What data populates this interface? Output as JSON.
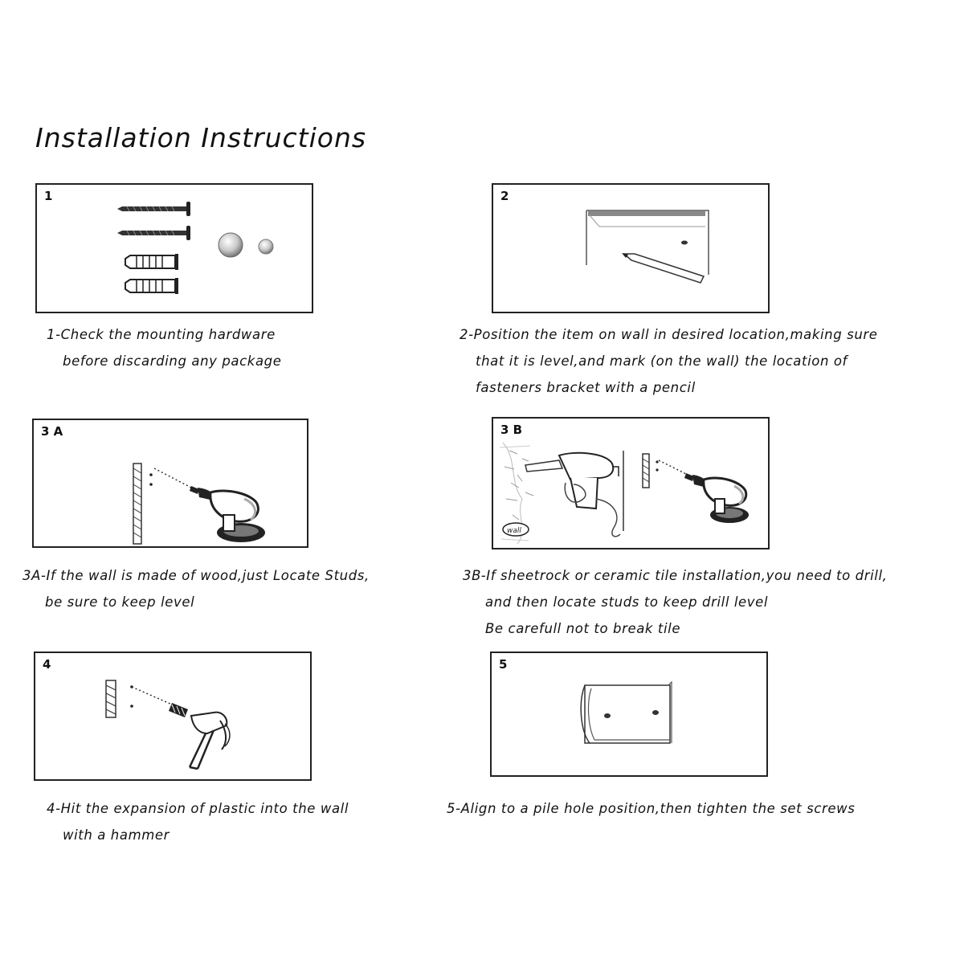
{
  "title": "Installation Instructions",
  "steps": [
    {
      "label": "1",
      "caption_lines": [
        "1-Check the mounting hardware",
        "before discarding any package"
      ]
    },
    {
      "label": "2",
      "caption_lines": [
        "2-Position the item on wall in desired location,making sure",
        "that it is level,and mark (on the wall) the location of",
        "fasteners bracket with a pencil"
      ]
    },
    {
      "label": "3 A",
      "caption_lines": [
        "3A-If the wall is made of wood,just Locate Studs,",
        "be sure to keep level"
      ]
    },
    {
      "label": "3 B",
      "caption_lines": [
        "3B-If sheetrock or ceramic tile installation,you need to drill,",
        "and then locate studs to keep drill level",
        "Be carefull not to break tile"
      ],
      "illustration_text": "wall"
    },
    {
      "label": "4",
      "caption_lines": [
        "4-Hit the expansion of plastic into the wall",
        "with a hammer"
      ]
    },
    {
      "label": "5",
      "caption_lines": [
        "5-Align to a pile hole position,then tighten the set screws"
      ]
    }
  ]
}
